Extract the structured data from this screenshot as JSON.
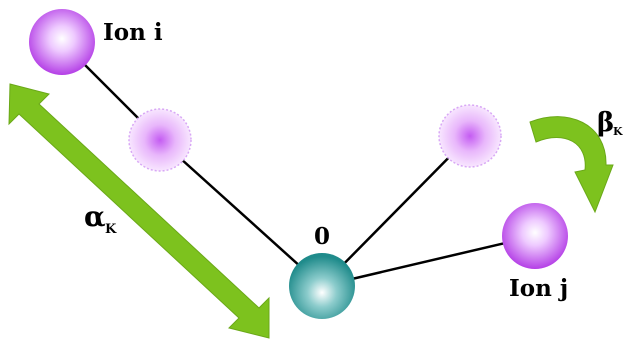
{
  "labels": {
    "ion_i": "Ion i",
    "ion_j": "Ion j",
    "origin": "0",
    "alpha_symbol": "α",
    "alpha_subscript": "K",
    "beta_symbol": "β",
    "beta_subscript": "K"
  },
  "colors": {
    "ion": "#c868f0",
    "ion_faded": "#e8b8f8",
    "center_atom": "#2a9a9a",
    "arrow": "#7dc21e",
    "bond": "#000000"
  }
}
